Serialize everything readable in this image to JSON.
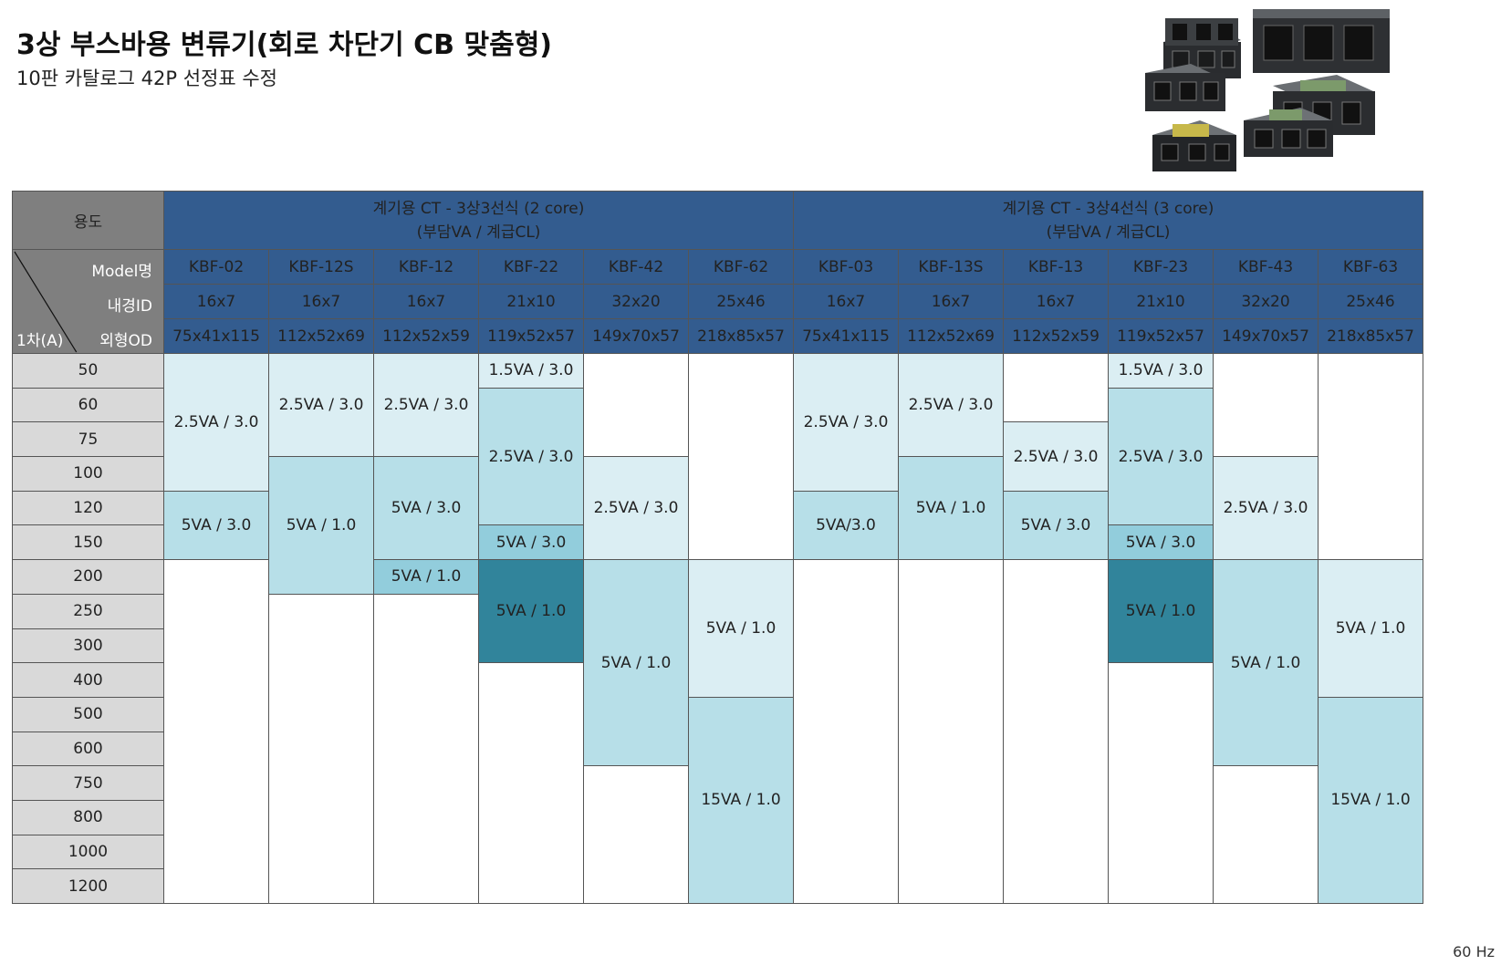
{
  "title": "3상 부스바용 변류기(회로 차단기 CB 맞춤형)",
  "subtitle": "10판 카탈로그 42P 선정표 수정",
  "footer_note": "60 Hz",
  "header": {
    "usage_label": "용도",
    "group1_line1": "계기용 CT - 3상3선식 (2 core)",
    "group1_line2": "(부담VA / 계급CL)",
    "group2_line1": "계기용 CT - 3상4선식 (3 core)",
    "group2_line2": "(부담VA / 계급CL)",
    "model_label": "Model명",
    "id_label": "내경ID",
    "od_label": "외형OD",
    "primary_label": "1차(A)"
  },
  "columns": [
    {
      "model": "KBF-02",
      "id": "16x7",
      "od": "75x41x115"
    },
    {
      "model": "KBF-12S",
      "id": "16x7",
      "od": "112x52x69"
    },
    {
      "model": "KBF-12",
      "id": "16x7",
      "od": "112x52x59"
    },
    {
      "model": "KBF-22",
      "id": "21x10",
      "od": "119x52x57"
    },
    {
      "model": "KBF-42",
      "id": "32x20",
      "od": "149x70x57"
    },
    {
      "model": "KBF-62",
      "id": "25x46",
      "od": "218x85x57"
    },
    {
      "model": "KBF-03",
      "id": "16x7",
      "od": "75x41x115"
    },
    {
      "model": "KBF-13S",
      "id": "16x7",
      "od": "112x52x69"
    },
    {
      "model": "KBF-13",
      "id": "16x7",
      "od": "112x52x59"
    },
    {
      "model": "KBF-23",
      "id": "21x10",
      "od": "119x52x57"
    },
    {
      "model": "KBF-43",
      "id": "32x20",
      "od": "149x70x57"
    },
    {
      "model": "KBF-63",
      "id": "25x46",
      "od": "218x85x57"
    }
  ],
  "rows": [
    "50",
    "60",
    "75",
    "100",
    "120",
    "150",
    "200",
    "250",
    "300",
    "400",
    "500",
    "600",
    "750",
    "800",
    "1000",
    "1200"
  ],
  "ratings": [
    [
      {
        "span": 4,
        "text": "2.5VA / 3.0",
        "shade": 1
      },
      {
        "span": 2,
        "text": "5VA / 3.0",
        "shade": 2
      },
      {
        "span": 10,
        "text": "",
        "shade": 0
      }
    ],
    [
      {
        "span": 3,
        "text": "2.5VA / 3.0",
        "shade": 1
      },
      {
        "span": 4,
        "text": "5VA / 1.0",
        "shade": 2
      },
      {
        "span": 9,
        "text": "",
        "shade": 0
      }
    ],
    [
      {
        "span": 3,
        "text": "2.5VA / 3.0",
        "shade": 1
      },
      {
        "span": 3,
        "text": "5VA / 3.0",
        "shade": 2
      },
      {
        "span": 1,
        "text": "5VA / 1.0",
        "shade": 3
      },
      {
        "span": 9,
        "text": "",
        "shade": 0
      }
    ],
    [
      {
        "span": 1,
        "text": "1.5VA / 3.0",
        "shade": 1
      },
      {
        "span": 4,
        "text": "2.5VA / 3.0",
        "shade": 2
      },
      {
        "span": 1,
        "text": "5VA / 3.0",
        "shade": 3
      },
      {
        "span": 3,
        "text": "5VA / 1.0",
        "shade": 4
      },
      {
        "span": 7,
        "text": "",
        "shade": 0
      }
    ],
    [
      {
        "span": 3,
        "text": "",
        "shade": 0
      },
      {
        "span": 3,
        "text": "2.5VA / 3.0",
        "shade": 1
      },
      {
        "span": 6,
        "text": "5VA / 1.0",
        "shade": 2
      },
      {
        "span": 4,
        "text": "",
        "shade": 0
      }
    ],
    [
      {
        "span": 6,
        "text": "",
        "shade": 0
      },
      {
        "span": 4,
        "text": "5VA / 1.0",
        "shade": 1
      },
      {
        "span": 6,
        "text": "15VA / 1.0",
        "shade": 2
      }
    ],
    [
      {
        "span": 4,
        "text": "2.5VA / 3.0",
        "shade": 1
      },
      {
        "span": 2,
        "text": "5VA/3.0",
        "shade": 2
      },
      {
        "span": 10,
        "text": "",
        "shade": 0
      }
    ],
    [
      {
        "span": 3,
        "text": "2.5VA / 3.0",
        "shade": 1
      },
      {
        "span": 3,
        "text": "5VA / 1.0",
        "shade": 2
      },
      {
        "span": 10,
        "text": "",
        "shade": 0
      }
    ],
    [
      {
        "span": 2,
        "text": "",
        "shade": 0
      },
      {
        "span": 2,
        "text": "2.5VA / 3.0",
        "shade": 1
      },
      {
        "span": 2,
        "text": "5VA / 3.0",
        "shade": 2
      },
      {
        "span": 10,
        "text": "",
        "shade": 0
      }
    ],
    [
      {
        "span": 1,
        "text": "1.5VA / 3.0",
        "shade": 1
      },
      {
        "span": 4,
        "text": "2.5VA / 3.0",
        "shade": 2
      },
      {
        "span": 1,
        "text": "5VA / 3.0",
        "shade": 3
      },
      {
        "span": 3,
        "text": "5VA / 1.0",
        "shade": 4
      },
      {
        "span": 7,
        "text": "",
        "shade": 0
      }
    ],
    [
      {
        "span": 3,
        "text": "",
        "shade": 0
      },
      {
        "span": 3,
        "text": "2.5VA / 3.0",
        "shade": 1
      },
      {
        "span": 6,
        "text": "5VA / 1.0",
        "shade": 2
      },
      {
        "span": 4,
        "text": "",
        "shade": 0
      }
    ],
    [
      {
        "span": 6,
        "text": "",
        "shade": 0
      },
      {
        "span": 4,
        "text": "5VA / 1.0",
        "shade": 1
      },
      {
        "span": 6,
        "text": "15VA / 1.0",
        "shade": 2
      }
    ]
  ]
}
